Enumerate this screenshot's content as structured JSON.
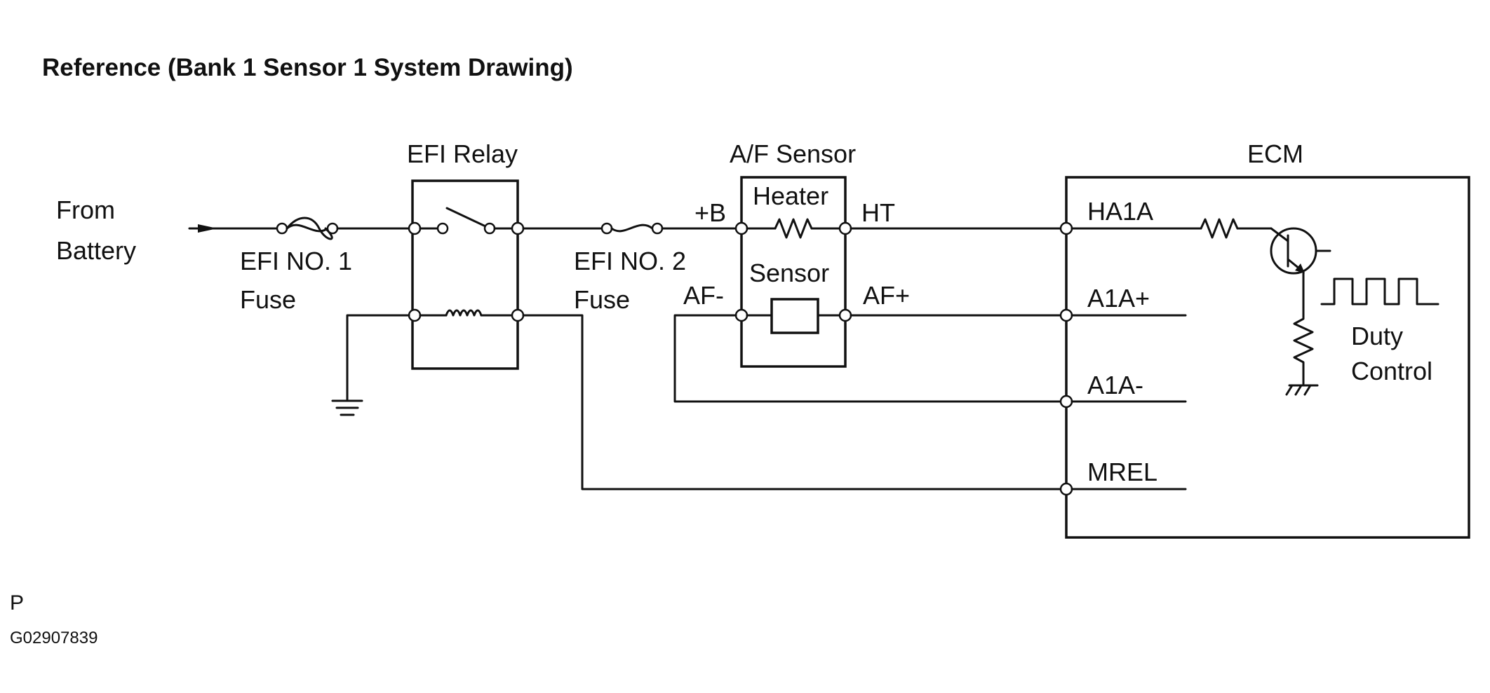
{
  "title": "Reference (Bank 1 Sensor 1 System Drawing)",
  "battery": {
    "line1": "From",
    "line2": "Battery"
  },
  "efi_fuse_1": {
    "line1": "EFI NO. 1",
    "line2": "Fuse"
  },
  "efi_relay": {
    "label": "EFI Relay"
  },
  "efi_fuse_2": {
    "line1": "EFI NO. 2",
    "line2": "Fuse"
  },
  "af_sensor": {
    "label": "A/F Sensor",
    "heater": "Heater",
    "sensor": "Sensor",
    "terminals": {
      "plus_b": "+B",
      "ht": "HT",
      "af_minus": "AF-",
      "af_plus": "AF+"
    }
  },
  "ecm": {
    "label": "ECM",
    "terminals": {
      "ha1a": "HA1A",
      "a1a_plus": "A1A+",
      "a1a_minus": "A1A-",
      "mrel": "MREL"
    },
    "duty_control": {
      "line1": "Duty",
      "line2": "Control"
    }
  },
  "footer": {
    "code": "P",
    "figure_id": "G02907839"
  }
}
